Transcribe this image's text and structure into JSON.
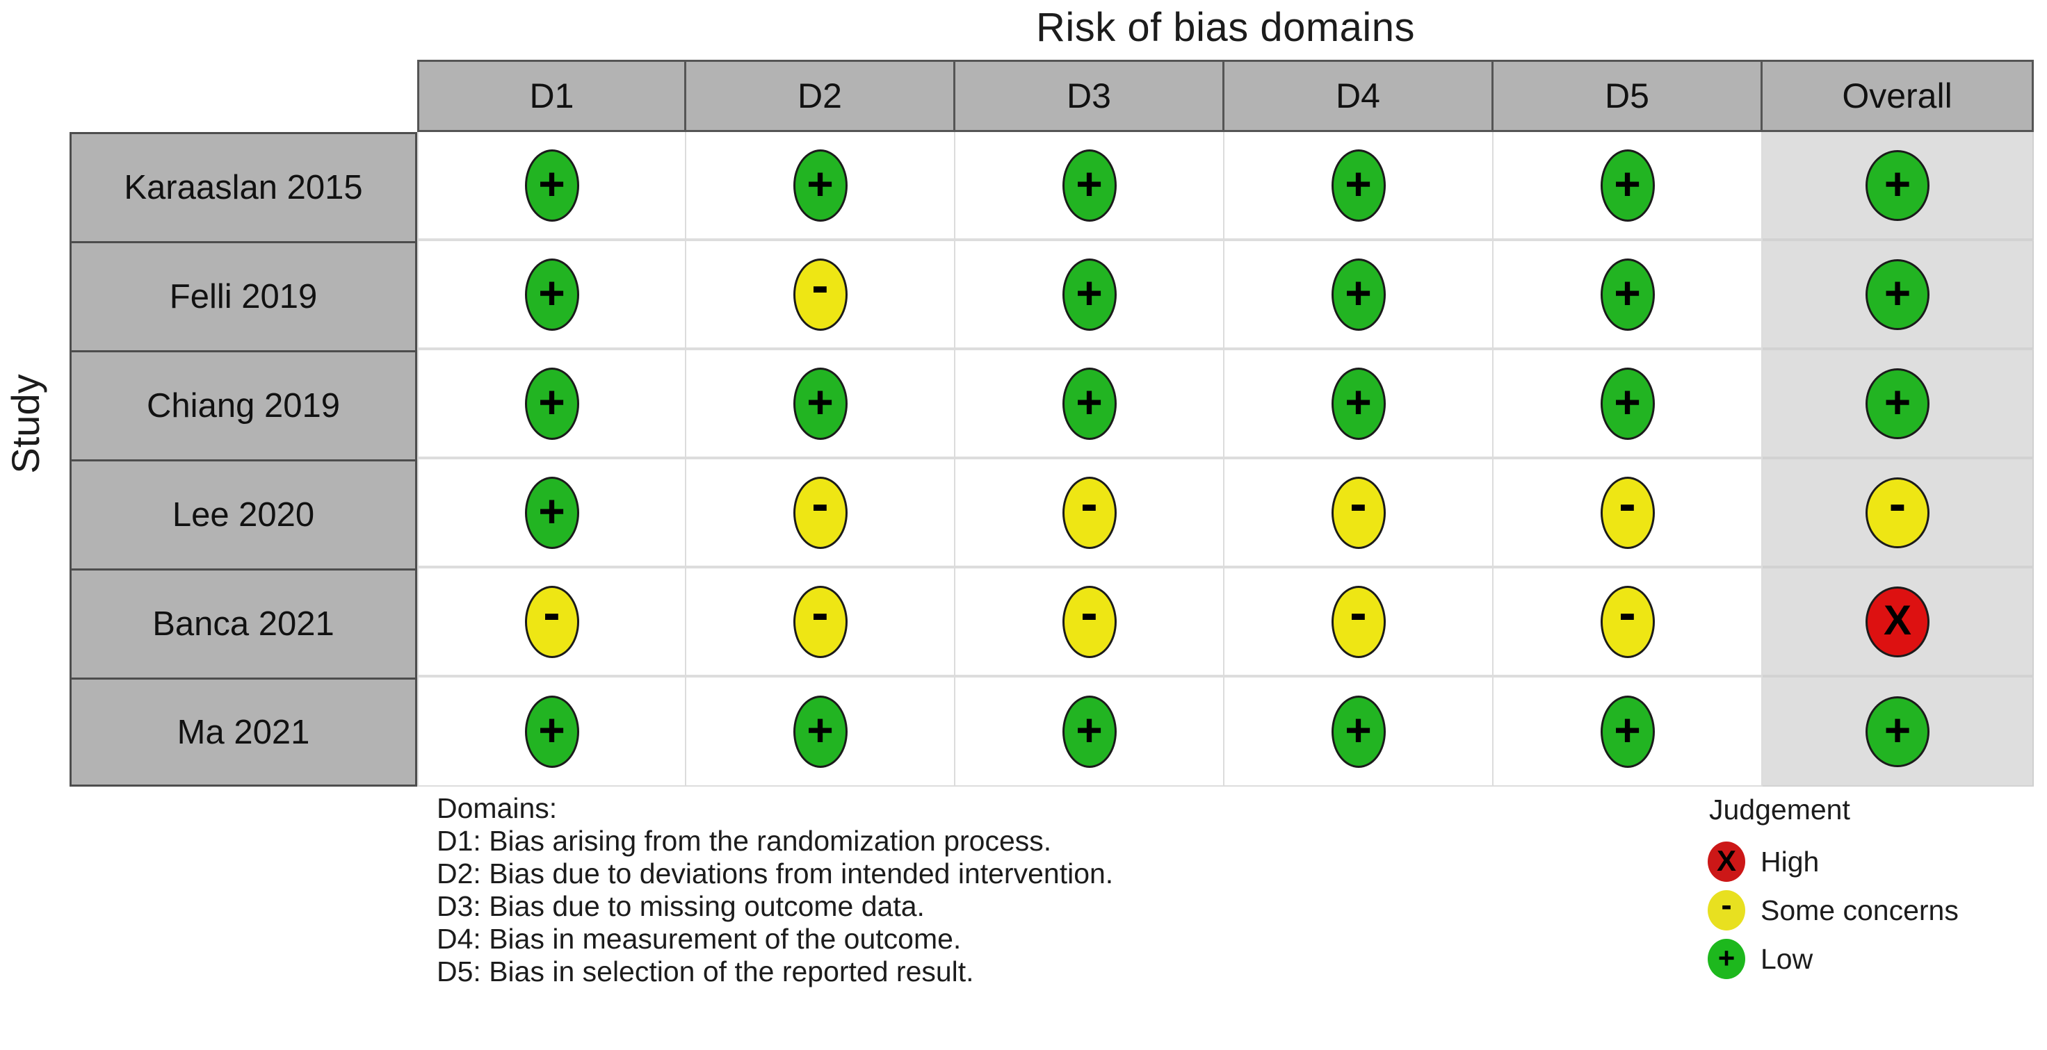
{
  "title": "Risk of bias domains",
  "axis": {
    "y_label": "Study"
  },
  "colors": {
    "low": "#22b422",
    "some_concerns": "#eee614",
    "high": "#dd1111",
    "header_fill": "#b3b3b3",
    "overall_column_fill": "#dedede",
    "grid_line": "#dcdcdc"
  },
  "columns": [
    {
      "key": "D1",
      "label": "D1"
    },
    {
      "key": "D2",
      "label": "D2"
    },
    {
      "key": "D3",
      "label": "D3"
    },
    {
      "key": "D4",
      "label": "D4"
    },
    {
      "key": "D5",
      "label": "D5"
    },
    {
      "key": "Overall",
      "label": "Overall"
    }
  ],
  "rows": [
    {
      "study": "Karaaslan 2015",
      "D1": "low",
      "D2": "low",
      "D3": "low",
      "D4": "low",
      "D5": "low",
      "Overall": "low"
    },
    {
      "study": "Felli 2019",
      "D1": "low",
      "D2": "some",
      "D3": "low",
      "D4": "low",
      "D5": "low",
      "Overall": "low"
    },
    {
      "study": "Chiang 2019",
      "D1": "low",
      "D2": "low",
      "D3": "low",
      "D4": "low",
      "D5": "low",
      "Overall": "low"
    },
    {
      "study": "Lee 2020",
      "D1": "low",
      "D2": "some",
      "D3": "some",
      "D4": "some",
      "D5": "some",
      "Overall": "some"
    },
    {
      "study": "Banca 2021",
      "D1": "some",
      "D2": "some",
      "D3": "some",
      "D4": "some",
      "D5": "some",
      "Overall": "high"
    },
    {
      "study": "Ma 2021",
      "D1": "low",
      "D2": "low",
      "D3": "low",
      "D4": "low",
      "D5": "low",
      "Overall": "low"
    }
  ],
  "glyphs": {
    "low": "+",
    "some": "-",
    "high": "X"
  },
  "domains_note": {
    "heading": "Domains:",
    "lines": [
      "D1: Bias arising from the randomization process.",
      "D2: Bias due to deviations from intended intervention.",
      "D3: Bias due to missing outcome data.",
      "D4: Bias in measurement of the outcome.",
      "D5: Bias in selection of the reported result."
    ]
  },
  "legend": {
    "title": "Judgement",
    "items": [
      {
        "key": "high",
        "glyph": "X",
        "label": "High"
      },
      {
        "key": "some",
        "glyph": "-",
        "label": "Some concerns"
      },
      {
        "key": "low",
        "glyph": "+",
        "label": "Low"
      }
    ]
  },
  "chart_data": {
    "type": "heatmap",
    "title": "Risk of bias domains",
    "xlabel": "",
    "ylabel": "Study",
    "categories": [
      "D1",
      "D2",
      "D3",
      "D4",
      "D5",
      "Overall"
    ],
    "y_categories": [
      "Karaaslan 2015",
      "Felli 2019",
      "Chiang 2019",
      "Lee 2020",
      "Banca 2021",
      "Ma 2021"
    ],
    "value_levels": [
      "low",
      "some",
      "high"
    ],
    "value_labels": {
      "low": "Low",
      "some": "Some concerns",
      "high": "High"
    },
    "matrix": [
      [
        "low",
        "low",
        "low",
        "low",
        "low",
        "low"
      ],
      [
        "low",
        "some",
        "low",
        "low",
        "low",
        "low"
      ],
      [
        "low",
        "low",
        "low",
        "low",
        "low",
        "low"
      ],
      [
        "low",
        "some",
        "some",
        "some",
        "some",
        "some"
      ],
      [
        "some",
        "some",
        "some",
        "some",
        "some",
        "high"
      ],
      [
        "low",
        "low",
        "low",
        "low",
        "low",
        "low"
      ]
    ],
    "legend_position": "bottom-right",
    "grid": true
  }
}
